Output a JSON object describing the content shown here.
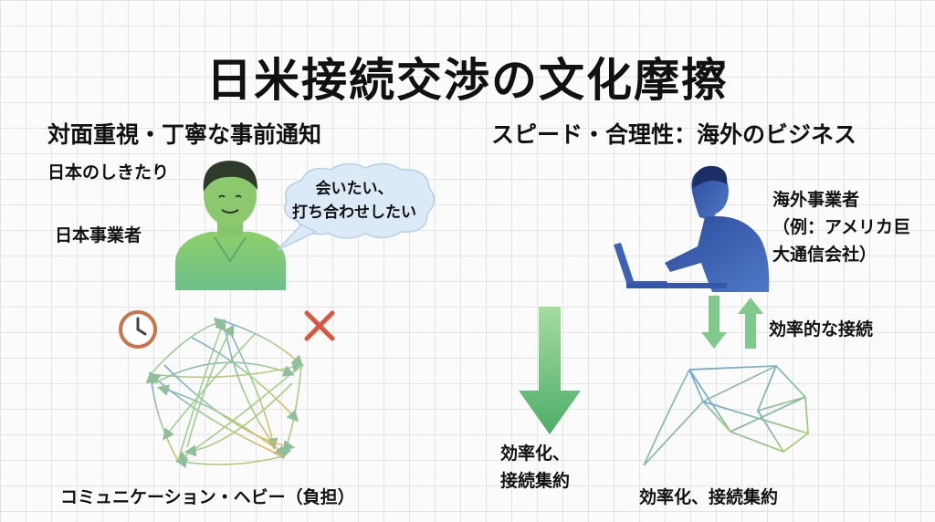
{
  "title": "日米接続交渉の文化摩擦",
  "left": {
    "heading": "対面重視・丁寧な事前通知",
    "custom_label": "日本のしきたり",
    "actor_label": "日本事業者",
    "speech": [
      "会いたい、",
      "打ち合わせしたい"
    ],
    "bottom_label": "コミュニケーション・ヘビー（負担）"
  },
  "right": {
    "heading": "スピード・合理性：海外のビジネス",
    "actor_label": [
      "海外事業者",
      "（例：アメリカ巨",
      "大通信会社）"
    ],
    "arrows_label": "効率的な接続",
    "down_arrow_label": [
      "効率化、",
      "接続集約"
    ],
    "bottom_label": "効率化、接続集約"
  },
  "icons": [
    "clock-icon",
    "cross-icon",
    "person-icon",
    "laptop-user-icon",
    "speech-bubble-icon"
  ],
  "colors": {
    "accent_green": "#5cbf6e",
    "cross_red": "#d9573f",
    "clock_orange": "#c9744a",
    "user_blue": "#3f5ea8"
  }
}
